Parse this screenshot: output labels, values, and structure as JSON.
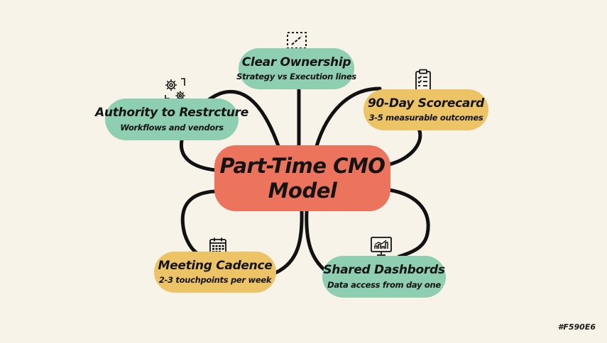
{
  "center": {
    "line1": "Part-Time CMO",
    "line2": "Model",
    "color": "#EC745C"
  },
  "nodes": [
    {
      "id": "clear-ownership",
      "title": "Clear Ownership",
      "subtitle": "Strategy vs Execution lines",
      "icon": "dashed-square-slash-icon",
      "color": "#8FCFB1"
    },
    {
      "id": "authority",
      "title": "Authority to Restrcture",
      "subtitle": "Workflows and vendors",
      "icon": "gears-icon",
      "color": "#8FCFB1"
    },
    {
      "id": "scorecard",
      "title": "90-Day Scorecard",
      "subtitle": "3-5 measurable outcomes",
      "icon": "clipboard-checklist-icon",
      "color": "#ECC466"
    },
    {
      "id": "meeting-cadence",
      "title": "Meeting Cadence",
      "subtitle": "2-3 touchpoints per week",
      "icon": "calendar-icon",
      "color": "#ECC466"
    },
    {
      "id": "shared-dashboards",
      "title": "Shared Dashbords",
      "subtitle": "Data access from day one",
      "icon": "monitor-chart-icon",
      "color": "#8FCFB1"
    }
  ],
  "footer": {
    "hex_label": "#F590E6"
  },
  "colors": {
    "background": "#F8F3E9",
    "line": "#111111"
  }
}
